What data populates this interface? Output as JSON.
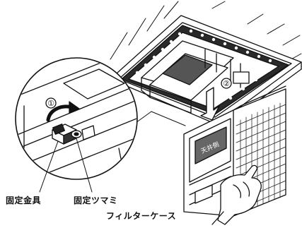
{
  "labels": {
    "fixing_bracket": "固定金具",
    "fixing_knob": "固定ツマミ",
    "filter_case": "フィルターケース"
  },
  "step_markers": {
    "step1": "①",
    "step2": "②"
  },
  "case_label": "天井側"
}
